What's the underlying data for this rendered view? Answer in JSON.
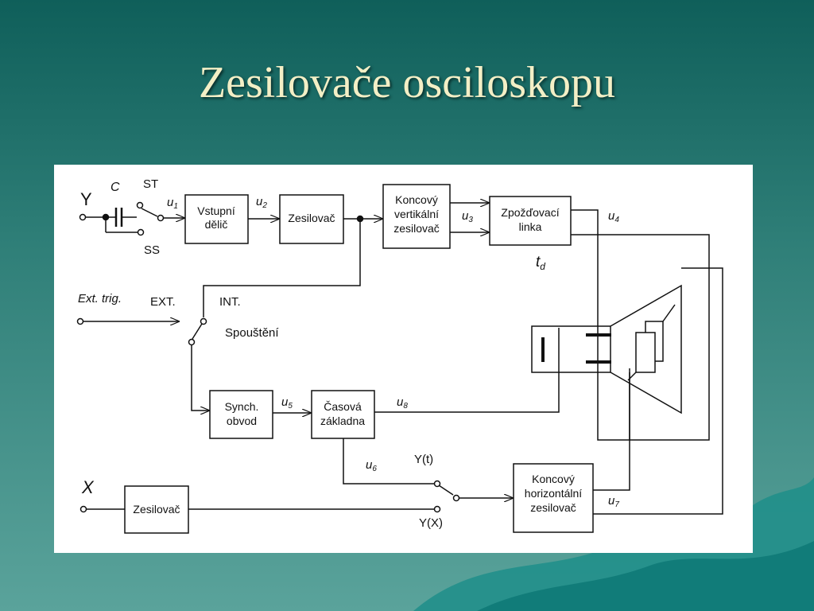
{
  "slide": {
    "title": "Zesilovače osciloskopu"
  },
  "diagram": {
    "input_y": "Y",
    "input_x": "X",
    "capacitor": "C",
    "switch_st": "ST",
    "switch_ss": "SS",
    "ext_trig": "Ext. trig.",
    "ext": "EXT.",
    "int": "INT.",
    "trigger": "Spouštění",
    "y_t": "Y(t)",
    "y_x": "Y(X)",
    "delay": "t",
    "delay_sub": "d",
    "blocks": {
      "input_divider": [
        "Vstupní",
        "dělič"
      ],
      "amplifier": "Zesilovač",
      "vertical_out": [
        "Koncový",
        "vertikální",
        "zesilovač"
      ],
      "delay_line": [
        "Zpožďovací",
        "linka"
      ],
      "sync": [
        "Synch.",
        "obvod"
      ],
      "timebase": [
        "Časová",
        "základna"
      ],
      "horizontal_out": [
        "Koncový",
        "horizontální",
        "zesilovač"
      ],
      "x_amplifier": "Zesilovač"
    },
    "signals": {
      "u1": [
        "u",
        "1"
      ],
      "u2": [
        "u",
        "2"
      ],
      "u3": [
        "u",
        "3"
      ],
      "u4": [
        "u",
        "4"
      ],
      "u5": [
        "u",
        "5"
      ],
      "u6": [
        "u",
        "6"
      ],
      "u7": [
        "u",
        "7"
      ],
      "u8": [
        "u",
        "8"
      ]
    }
  }
}
